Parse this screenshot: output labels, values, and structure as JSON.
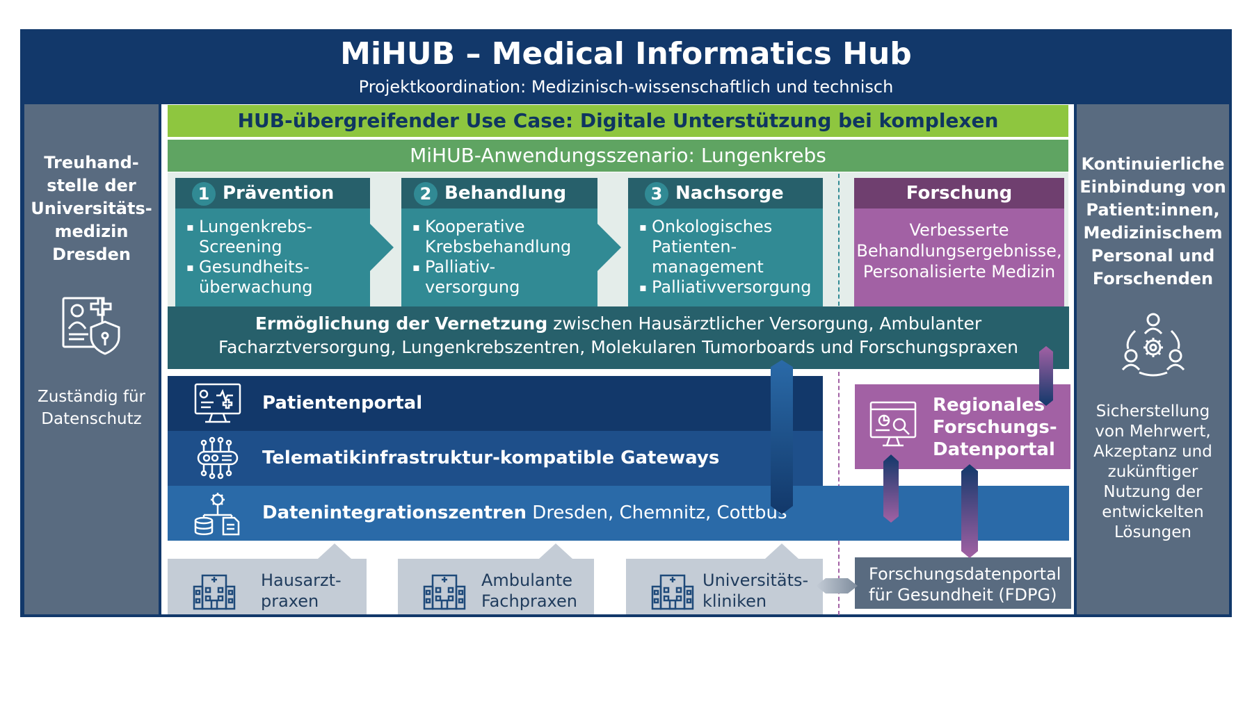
{
  "header": {
    "title": "MiHUB – Medical Informatics Hub",
    "subtitle": "Projektkoordination: Medizinisch-wissenschaftlich und technisch"
  },
  "left_panel": {
    "title": [
      "Treuhand-",
      "stelle der",
      "Universitäts-",
      "medizin",
      "Dresden"
    ],
    "icon": "user-shield-icon",
    "caption": [
      "Zuständig für",
      "Datenschutz"
    ]
  },
  "right_panel": {
    "title": [
      "Kontinuierliche",
      "Einbindung von",
      "Patient:innen,",
      "Medizinischem",
      "Personal und",
      "Forschenden"
    ],
    "icon": "people-cycle-gear-icon",
    "caption": [
      "Sicherstellung",
      "von Mehrwert,",
      "Akzeptanz und",
      "zukünftiger",
      "Nutzung der",
      "entwickelten",
      "Lösungen"
    ]
  },
  "use_case": "HUB-übergreifender Use Case: Digitale Unterstützung bei komplexen Patientenpfaden",
  "scenario": "MiHUB-Anwendungsszenario: Lungenkrebs",
  "phases": [
    {
      "number": "1",
      "label": "Prävention",
      "items": [
        [
          "Lungenkrebs-",
          "Screening"
        ],
        [
          "Gesundheits-",
          "überwachung"
        ]
      ]
    },
    {
      "number": "2",
      "label": "Behandlung",
      "items": [
        [
          "Kooperative",
          "Krebsbehandlung"
        ],
        [
          "Palliativ-",
          "versorgung"
        ]
      ]
    },
    {
      "number": "3",
      "label": "Nachsorge",
      "items": [
        [
          "Onkologisches",
          "Patienten-",
          "management"
        ],
        [
          "Palliativversorgung"
        ]
      ]
    }
  ],
  "forschung": {
    "label": "Forschung",
    "text": [
      "Verbesserte",
      "Behandlungsergebnisse,",
      "Personalisierte Medizin"
    ]
  },
  "vernetzung": {
    "bold": "Ermöglichung der Vernetzung",
    "line1": " zwischen Hausärztlicher Versorgung, Ambulanter",
    "line2": "Facharztversorgung, Lungenkrebszentren, Molekularen Tumorboards und Forschungspraxen"
  },
  "bands": {
    "patientenportal": "Patientenportal",
    "gateways": "Telematikinfrastruktur-kompatible Gateways",
    "diz_bold": "Datenintegrationszentren",
    "diz_rest": " Dresden, Chemnitz, Cottbus"
  },
  "regional_portal": [
    "Regionales",
    "Forschungs-",
    "Datenportal"
  ],
  "fdpg": [
    "Forschungsdatenportal",
    "für Gesundheit (FDPG)"
  ],
  "organizations": [
    {
      "lines": [
        "Hausarzt-",
        "praxen"
      ],
      "icon": "hospital-building-icon"
    },
    {
      "lines": [
        "Ambulante",
        "Fachpraxen"
      ],
      "icon": "hospital-building-icon"
    },
    {
      "lines": [
        "Universitäts-",
        "kliniken"
      ],
      "icon": "hospital-building-icon"
    }
  ],
  "colors": {
    "navy": "#12386a",
    "slate": "#596b80",
    "lime": "#8ec63f",
    "green": "#5fa462",
    "teal_dark": "#27606b",
    "teal": "#318a94",
    "purple_dark": "#6f3f6f",
    "purple": "#a261a4",
    "band_dark": "#12386a",
    "band_mid": "#1e4f8a",
    "band_light": "#2a6aa8",
    "grey": "#c4ccd6"
  }
}
